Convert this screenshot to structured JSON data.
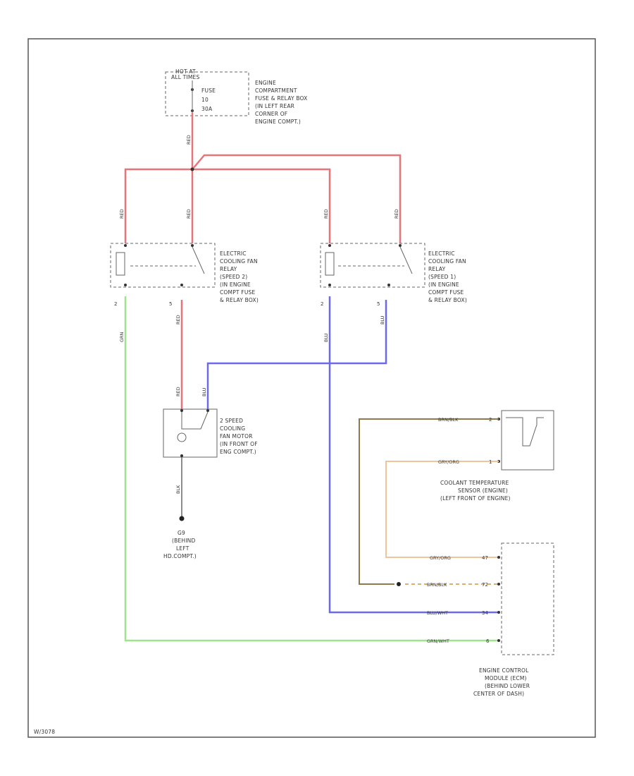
{
  "labels": {
    "hot_at": [
      "HOT AT",
      "ALL TIMES"
    ],
    "fuse": [
      "FUSE",
      "10",
      "30A"
    ],
    "fuse_box": [
      "ENGINE",
      "COMPARTMENT",
      "FUSE & RELAY BOX",
      "(IN LEFT REAR",
      "CORNER OF",
      "ENGINE COMPT.)"
    ],
    "relay2": [
      "ELECTRIC",
      "COOLING FAN",
      "RELAY",
      "(SPEED 2)",
      "(IN ENGINE",
      "COMPT FUSE",
      "& RELAY BOX)"
    ],
    "relay1": [
      "ELECTRIC",
      "COOLING FAN",
      "RELAY",
      "(SPEED 1)",
      "(IN ENGINE",
      "COMPT FUSE",
      "& RELAY BOX)"
    ],
    "motor": [
      "2 SPEED",
      "COOLING",
      "FAN MOTOR",
      "(IN FRONT OF",
      "ENG COMPT.)"
    ],
    "ground": [
      "G9",
      "(BEHIND",
      "LEFT",
      "HD.COMPT.)"
    ],
    "sensor": [
      "COOLANT TEMPERATURE",
      "SENSOR (ENGINE)",
      "(LEFT FRONT OF ENGINE)"
    ],
    "ecm": [
      "ENGINE CONTROL",
      "MODULE (ECM)",
      "(BEHIND LOWER",
      "CENTER OF DASH)"
    ],
    "code": "W/3078"
  },
  "wires": {
    "feed": "RED",
    "r2_a": "RED",
    "r2_b": "RED",
    "r1_a": "RED",
    "r1_b": "RED",
    "r2_out": "GRN",
    "r2_motor": "RED",
    "r1_out": "BLU",
    "r1_motor": "BLU",
    "motor_a": "RED",
    "motor_b": "BLU",
    "motor_gnd": "BLK",
    "ecm_brn": "BRN/BLK",
    "ecm_gry": "GRY/ORG",
    "ecm_gry2": "GRY/ORG",
    "ecm_brn2": "BRN/BLK",
    "ecm_blu": "BLU/WHT",
    "ecm_grn": "GRN/WHT"
  },
  "pins": {
    "r2_left": "2",
    "r2_right": "5",
    "r1_left": "2",
    "r1_right": "5",
    "sens_top": "2",
    "sens_bot": "1",
    "ecm_1": "47",
    "ecm_2": "72",
    "ecm_3": "34",
    "ecm_4": "6"
  },
  "colors": {
    "red": "#e8747a",
    "blue": "#6b6bea",
    "green": "#9ee68a",
    "brown": "#8c7a4a",
    "orange": "#f0c49a",
    "frame": "#555555"
  }
}
